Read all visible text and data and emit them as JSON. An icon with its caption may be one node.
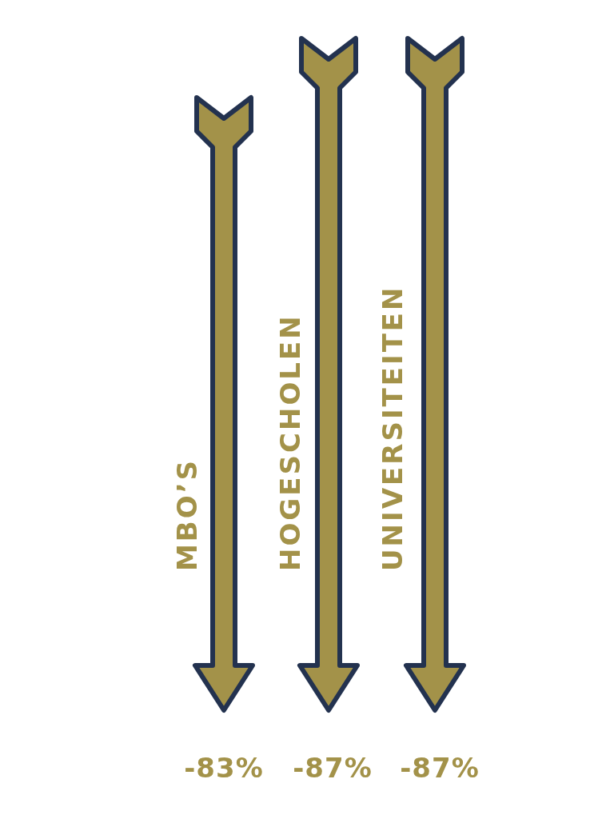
{
  "diagram": {
    "labels": [
      "MBO’S",
      "HOGESCHOLEN",
      "UNIVERSITEITEN",
      "-83%",
      "-87%",
      "-87%"
    ]
  }
}
